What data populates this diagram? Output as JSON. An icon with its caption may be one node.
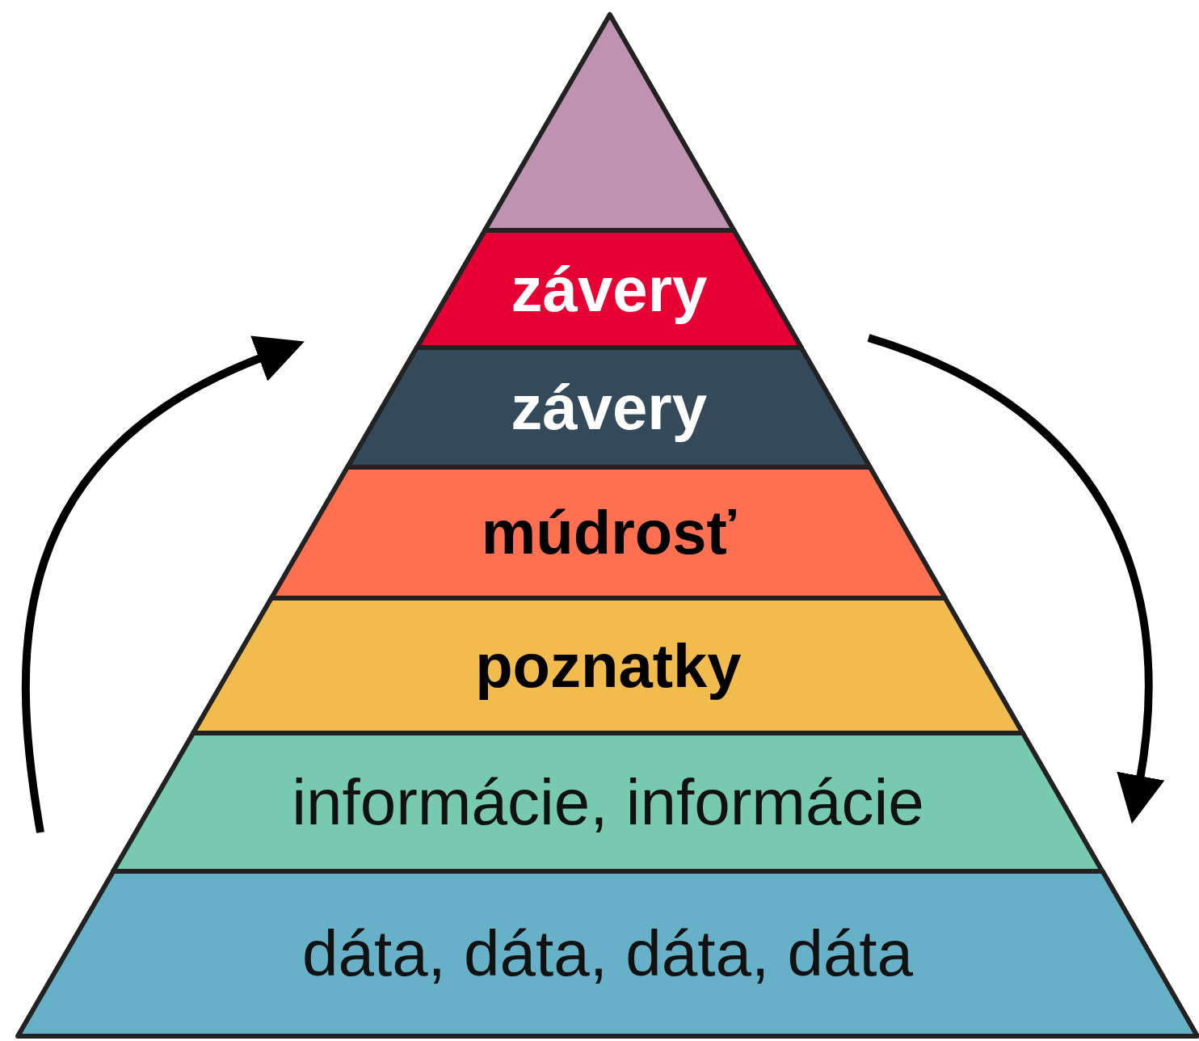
{
  "diagram": {
    "nodes": [
      {
        "text": [],
        "shape": "triangle"
      },
      {
        "text": [
          "závery"
        ]
      },
      {
        "text": [
          "závery"
        ]
      },
      {
        "text": [
          "múdrosť"
        ]
      },
      {
        "text": [
          "poznatky"
        ]
      },
      {
        "text": [
          "informácie, informácie"
        ]
      },
      {
        "text": [
          "dáta, dáta, dáta, dáta"
        ]
      }
    ]
  }
}
